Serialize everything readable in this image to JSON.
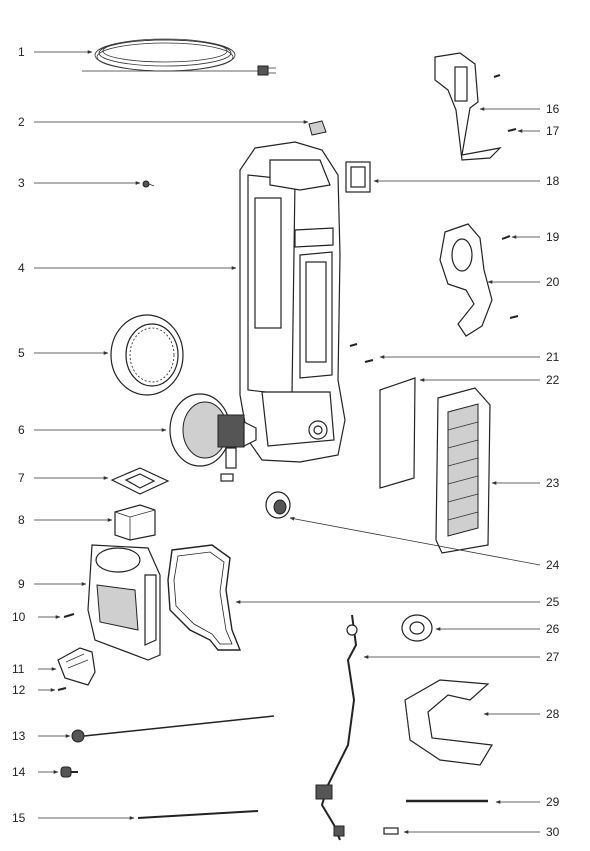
{
  "callouts": {
    "n1": "1",
    "n2": "2",
    "n3": "3",
    "n4": "4",
    "n5": "5",
    "n6": "6",
    "n7": "7",
    "n8": "8",
    "n9": "9",
    "n10": "10",
    "n11": "11",
    "n12": "12",
    "n13": "13",
    "n14": "14",
    "n15": "15",
    "n16": "16",
    "n17": "17",
    "n18": "18",
    "n19": "19",
    "n20": "20",
    "n21": "21",
    "n22": "22",
    "n23": "23",
    "n24": "24",
    "n25": "25",
    "n26": "26",
    "n27": "27",
    "n28": "28",
    "n29": "29",
    "n30": "30"
  }
}
